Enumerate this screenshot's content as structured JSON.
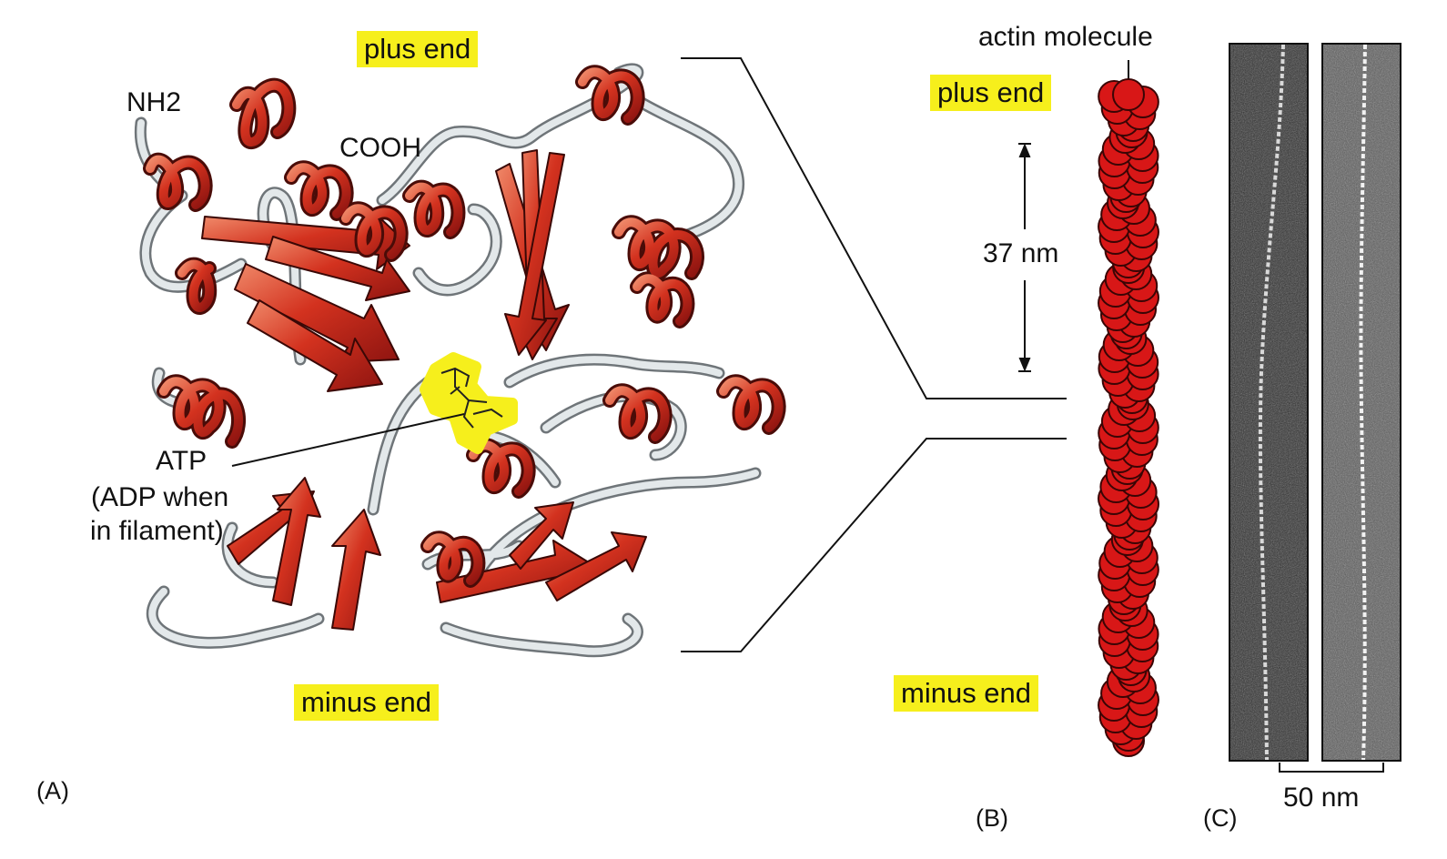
{
  "panel_a": {
    "plus_end": "plus end",
    "minus_end": "minus end",
    "nh2": "NH2",
    "cooh": "COOH",
    "atp_line1": "ATP",
    "atp_line2": "(ADP when",
    "atp_line3": "in filament)",
    "panel_letter": "(A)"
  },
  "panel_b": {
    "actin_molecule": "actin molecule",
    "plus_end": "plus end",
    "minus_end": "minus end",
    "repeat_distance": "37 nm",
    "panel_letter": "(B)"
  },
  "panel_c": {
    "scale_bar": "50 nm",
    "panel_letter": "(C)"
  },
  "colors": {
    "highlight": "#f6ef1c",
    "actin_red": "#d81717",
    "helix_red": "#c42a1c",
    "loop_gray": "#dde3e6"
  }
}
